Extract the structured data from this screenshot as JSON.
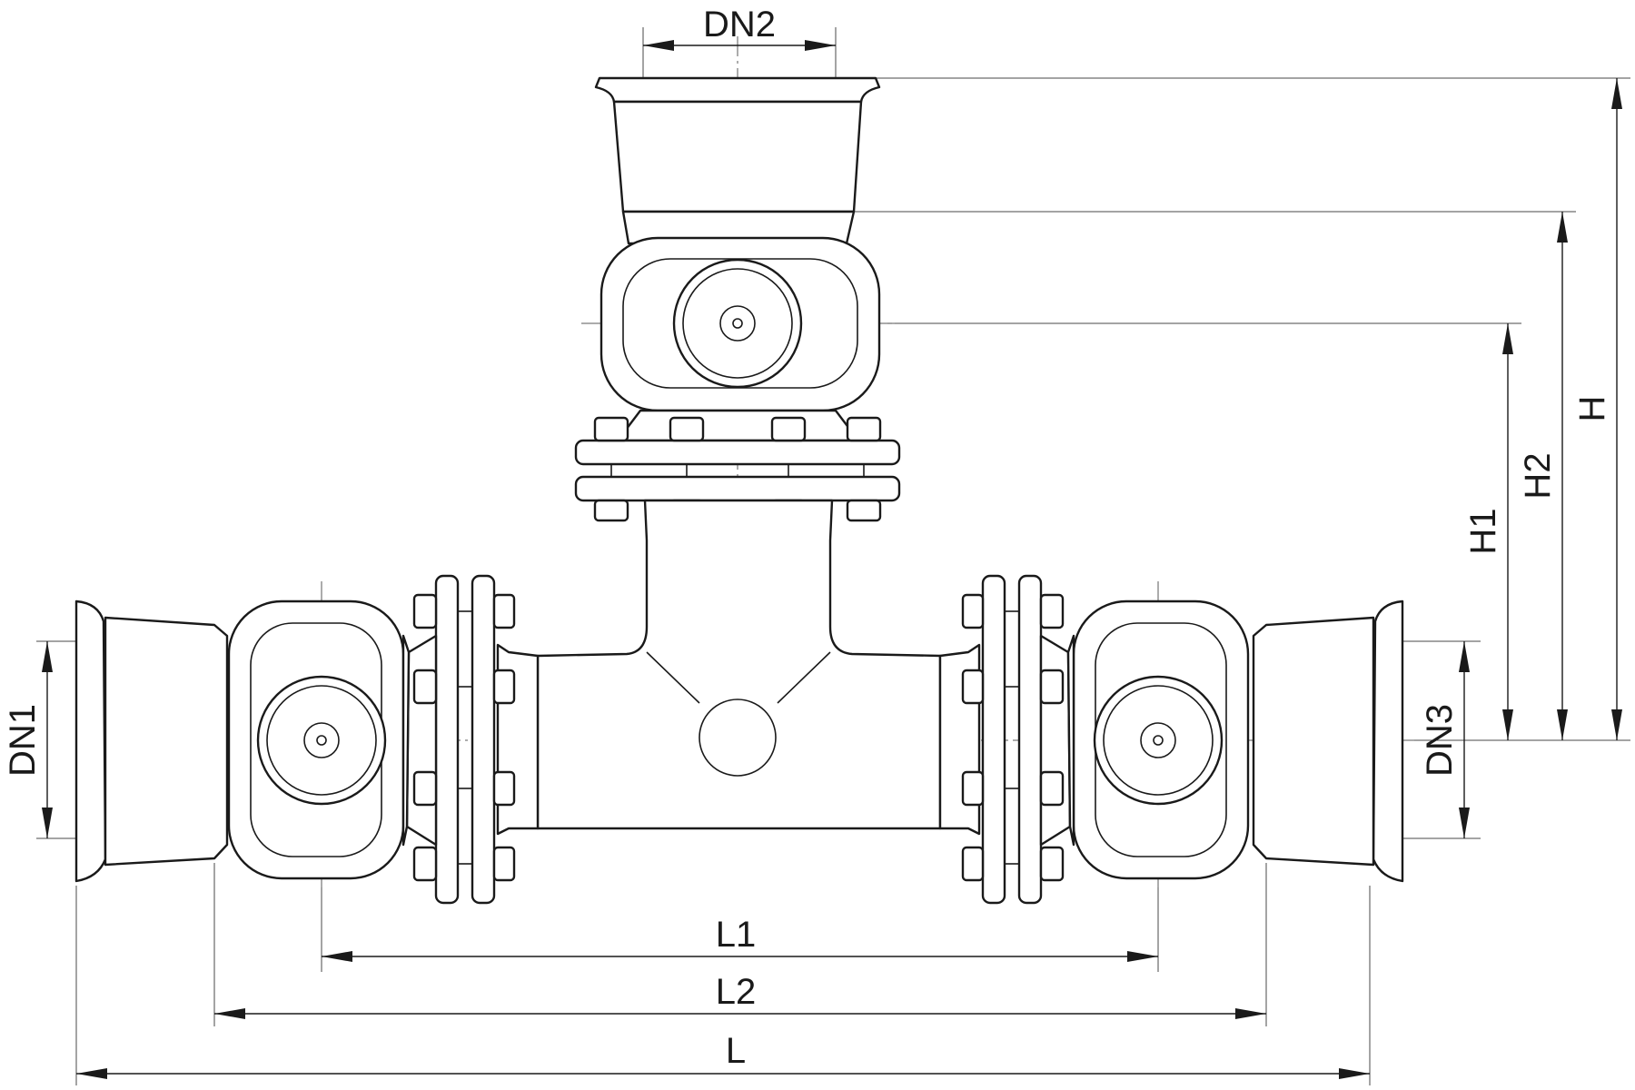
{
  "drawing": {
    "colors": {
      "line": "#1a1a1a",
      "background": "#ffffff"
    },
    "labels": {
      "dn1": "DN1",
      "dn2": "DN2",
      "dn3": "DN3",
      "l": "L",
      "l1": "L1",
      "l2": "L2",
      "h": "H",
      "h1": "H1",
      "h2": "H2"
    }
  }
}
